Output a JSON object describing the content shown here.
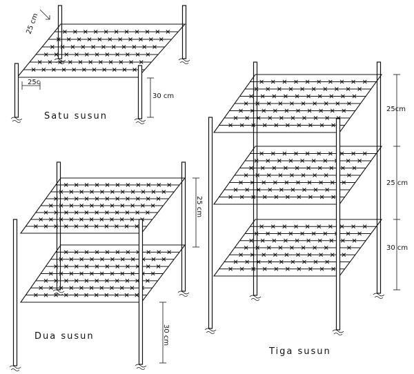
{
  "labels": {
    "satu": "Satu susun",
    "dua": "Dua susun",
    "tiga": "Tiga susun"
  },
  "dimensions": {
    "wire_spacing": "25 cm",
    "wire_spacing_small": "25c",
    "height_30": "30 cm",
    "tier_25": "25cm",
    "tier_25_b": "25 cm",
    "tier_30": "30 cm"
  },
  "colors": {
    "ink": "#111111",
    "paper": "#ffffff"
  }
}
